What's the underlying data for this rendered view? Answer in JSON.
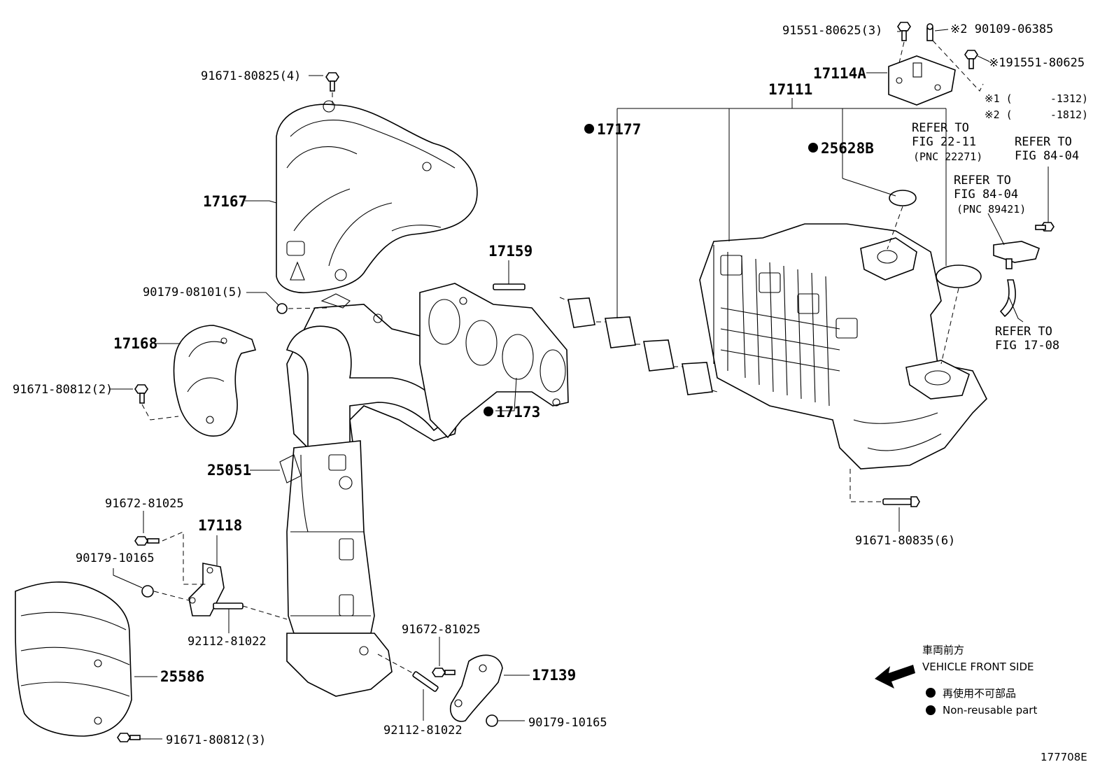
{
  "labels": {
    "p91671_80825": "91671-80825(4)",
    "p17167": "17167",
    "p90179_08101": "90179-08101(5)",
    "p17168": "17168",
    "p91671_80812_2": "91671-80812(2)",
    "p25051": "25051",
    "p91672_81025_a": "91672-81025",
    "p17118": "17118",
    "p90179_10165_a": "90179-10165",
    "p92112_81022_a": "92112-81022",
    "p25586": "25586",
    "p91671_80812_3": "91671-80812(3)",
    "p17159": "17159",
    "p17173": "17173",
    "p17177": "17177",
    "p91672_81025_b": "91672-81025",
    "p17139": "17139",
    "p92112_81022_b": "92112-81022",
    "p90179_10165_b": "90179-10165",
    "p91551_80625_3": "91551-80625(3)",
    "p90109_06385": "※2 90109-06385",
    "p17114A": "17114A",
    "p91551_80625_b": "※191551-80625",
    "p17111": "17111",
    "p25628B": "25628B",
    "p91671_80835": "91671-80835(6)"
  },
  "notes": {
    "range1": "※1 (      -1312)",
    "range2": "※2 (      -1812)",
    "ref_22_11_a": "REFER TO",
    "ref_22_11_b": "FIG 22-11",
    "ref_22_11_c": "(PNC 22271)",
    "ref_84_04_a": "REFER TO",
    "ref_84_04_b": "FIG 84-04",
    "ref_84_04_pnc_a": "REFER TO",
    "ref_84_04_pnc_b": "FIG 84-04",
    "ref_84_04_pnc_c": "(PNC 89421)",
    "ref_17_08_a": "REFER TO",
    "ref_17_08_b": "FIG 17-08"
  },
  "legend": {
    "front_jp": "車両前方",
    "front_en": "VEHICLE FRONT SIDE",
    "nonreuse_jp": "再使用不可部品",
    "nonreuse_en": "Non-reusable part"
  },
  "figure_id": "177708E"
}
